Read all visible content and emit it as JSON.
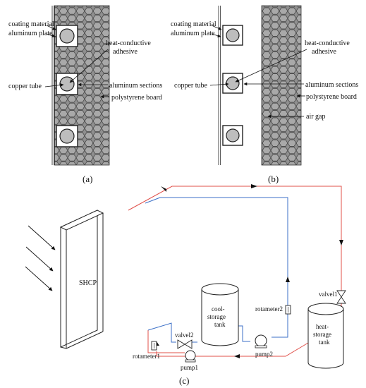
{
  "panel_a": {
    "caption": "(a)",
    "labels": {
      "coating": "coating material",
      "plate": "aluminum plate",
      "adhesive_1": "heat-conductive",
      "adhesive_2": "adhesive",
      "copper": "copper tube",
      "sections": "aluminum sections",
      "board": "polystyrene board"
    }
  },
  "panel_b": {
    "caption": "(b)",
    "labels": {
      "coating": "coating material",
      "plate": "aluminum plate",
      "adhesive_1": "heat-conductive",
      "adhesive_2": "adhesive",
      "copper": "copper tube",
      "sections": "aluminum sections",
      "board": "polystyrene board",
      "air_gap": "air gap"
    }
  },
  "panel_c": {
    "caption": "(c)",
    "shcp": "SHCP",
    "cool_tank": [
      "cool-",
      "storage",
      "tank"
    ],
    "heat_tank": [
      "heat-",
      "storage",
      "tank"
    ],
    "rotameter1": "rotameter1",
    "rotameter2": "rotameter2",
    "valve1": "valvel1",
    "valve2": "valvel2",
    "pump1": "pump1",
    "pump2": "pump2"
  },
  "colors": {
    "hot_line": "#e0504a",
    "cold_line": "#3b6fc7",
    "board_fill": "#9a9a9a"
  }
}
